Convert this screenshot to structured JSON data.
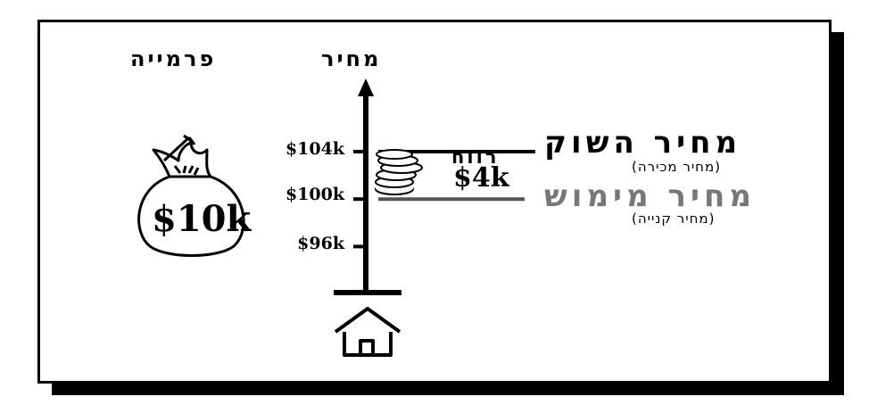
{
  "headers": {
    "price": "מחיר",
    "premium": "פרמייה"
  },
  "axis": {
    "ticks": [
      {
        "label": "$104k",
        "value": 104
      },
      {
        "label": "$100k",
        "value": 100
      },
      {
        "label": "$96k",
        "value": 96
      }
    ]
  },
  "market_price": {
    "title": "מחיר השוק",
    "subtitle": "(מחיר מכירה)",
    "value": 104
  },
  "strike_price": {
    "title": "מחיר מימוש",
    "subtitle": "(מחיר קנייה)",
    "value": 100
  },
  "profit": {
    "label": "רווח",
    "value": "$4k"
  },
  "premium_bag": {
    "value": "$10k"
  },
  "icons": [
    "money-bag-icon",
    "coin-stack-icon",
    "house-icon",
    "arrow-up-icon"
  ],
  "colors": {
    "market_line": "#000000",
    "strike_line": "#555555",
    "strike_text": "#777777"
  }
}
